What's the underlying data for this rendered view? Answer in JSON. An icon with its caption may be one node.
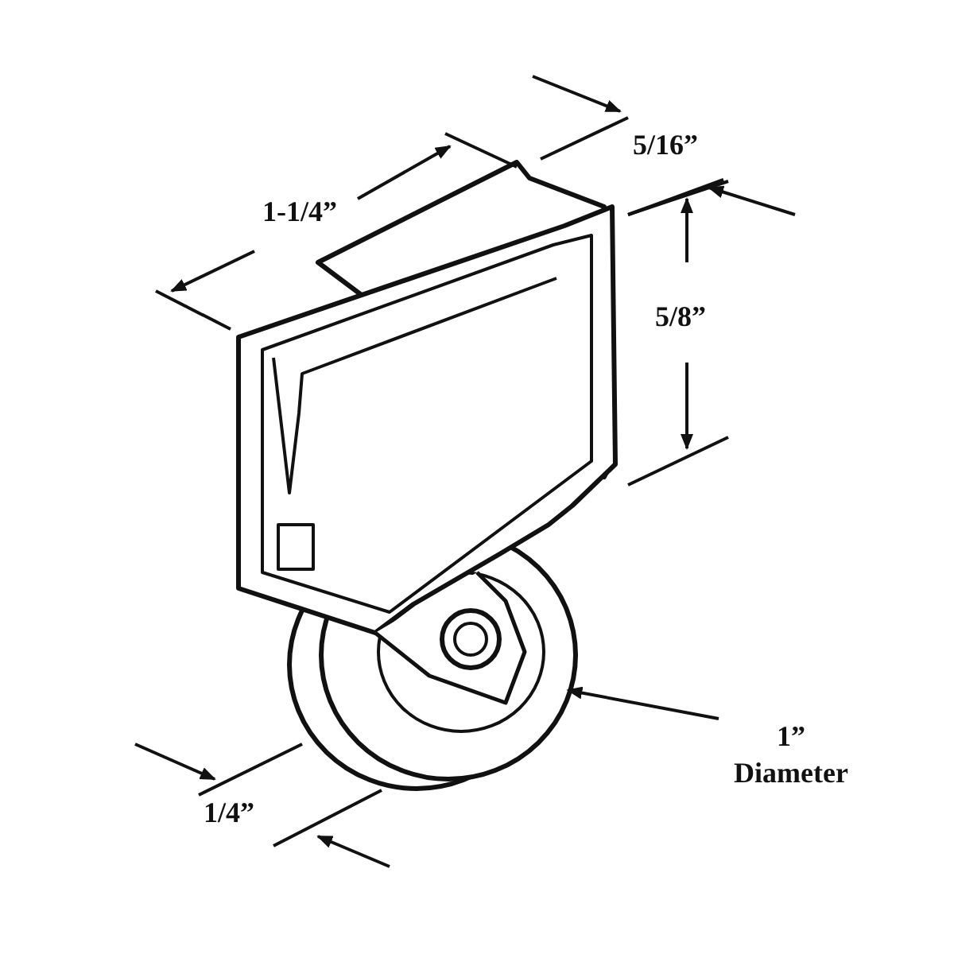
{
  "diagram": {
    "nodes": [
      {
        "text": [
          "1” Diameter"
        ]
      },
      {
        "text": [],
        "shape": "picture"
      }
    ],
    "edges": [
      {
        "from": 0,
        "to": 1,
        "arrow": "to"
      }
    ],
    "labels": [
      "1-1/4”",
      "5/16”",
      "5/8”",
      "1/4”"
    ]
  }
}
